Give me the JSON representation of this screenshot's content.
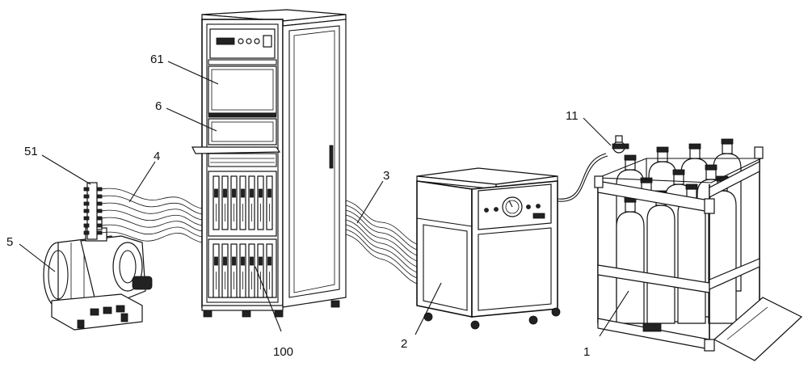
{
  "diagram": {
    "callouts": [
      {
        "id": "label-61",
        "text": "61"
      },
      {
        "id": "label-6",
        "text": "6"
      },
      {
        "id": "label-51",
        "text": "51"
      },
      {
        "id": "label-4",
        "text": "4"
      },
      {
        "id": "label-5",
        "text": "5"
      },
      {
        "id": "label-100",
        "text": "100"
      },
      {
        "id": "label-3",
        "text": "3"
      },
      {
        "id": "label-2",
        "text": "2"
      },
      {
        "id": "label-11",
        "text": "11"
      },
      {
        "id": "label-1",
        "text": "1"
      }
    ],
    "line_color": "#111111",
    "background": "#ffffff"
  }
}
